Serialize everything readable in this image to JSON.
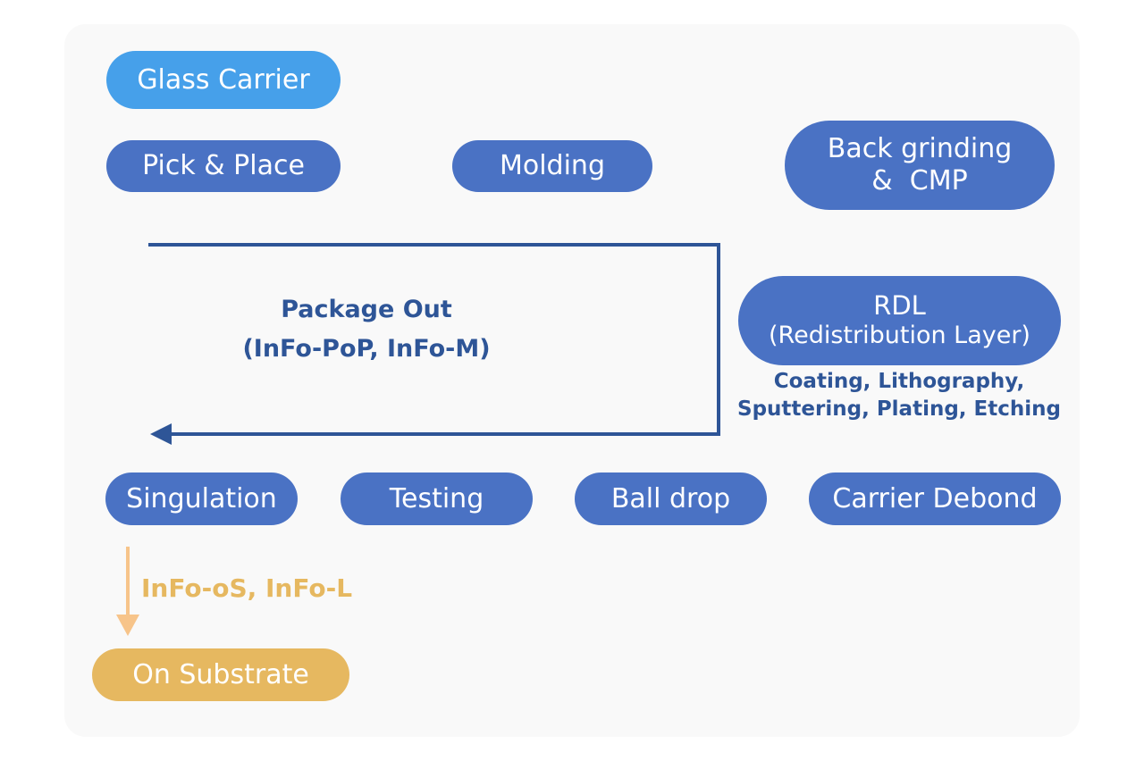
{
  "nodes": {
    "glass_carrier": "Glass Carrier",
    "pick_place": "Pick & Place",
    "molding": "Molding",
    "back_grinding_1": "Back grinding",
    "back_grinding_2": "&  CMP",
    "rdl_1": "RDL",
    "rdl_2": "(Redistribution Layer)",
    "singulation": "Singulation",
    "testing": "Testing",
    "ball_drop": "Ball drop",
    "carrier_debond": "Carrier Debond",
    "on_substrate": "On Substrate"
  },
  "annotations": {
    "rdl_steps_1": "Coating, Lithography,",
    "rdl_steps_2": "Sputtering, Plating, Etching",
    "package_out_1": "Package Out",
    "package_out_2": "(InFo-PoP, InFo-M)",
    "substrate_path": "InFo-oS, InFo-L"
  },
  "colors": {
    "process_step": "#4a72c4",
    "start_step": "#46a0ea",
    "substrate_step": "#e6b860",
    "flow_line": "#2e5597",
    "substrate_arrow": "#f7c48a",
    "background": "#f9f9f9"
  }
}
